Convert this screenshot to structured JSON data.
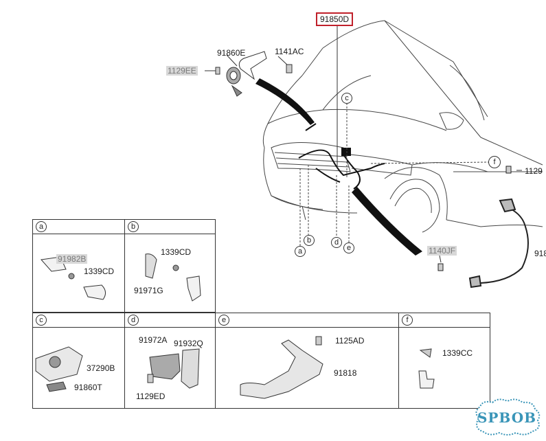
{
  "main": {
    "hl_part": "91850D",
    "parts": {
      "p91860E_top": "91860E",
      "p1141AC": "1141AC",
      "p1129EE": "1129EE",
      "p1129_right": "1129",
      "p918_right": "918",
      "p1140JF": "1140JF"
    },
    "callouts": [
      "a",
      "b",
      "c",
      "d",
      "e",
      "f"
    ]
  },
  "cells": {
    "a": {
      "head": "a",
      "p1": "91982B",
      "p2": "1339CD"
    },
    "b": {
      "head": "b",
      "p1": "1339CD",
      "p2": "91971G"
    },
    "c": {
      "head": "c",
      "p1": "37290B",
      "p2": "91860T"
    },
    "d": {
      "head": "d",
      "p1": "91972A",
      "p2": "91932Q",
      "p3": "1129ED"
    },
    "e": {
      "head": "e",
      "p1": "1125AD",
      "p2": "91818"
    },
    "f": {
      "head": "f",
      "p1": "1339CC"
    }
  },
  "logo": {
    "text": "SPBOB",
    "color": "#3a95b8"
  },
  "colors": {
    "highlight": "#c0202a",
    "line": "#333333",
    "gray_label_bg": "#d8d8d8"
  }
}
